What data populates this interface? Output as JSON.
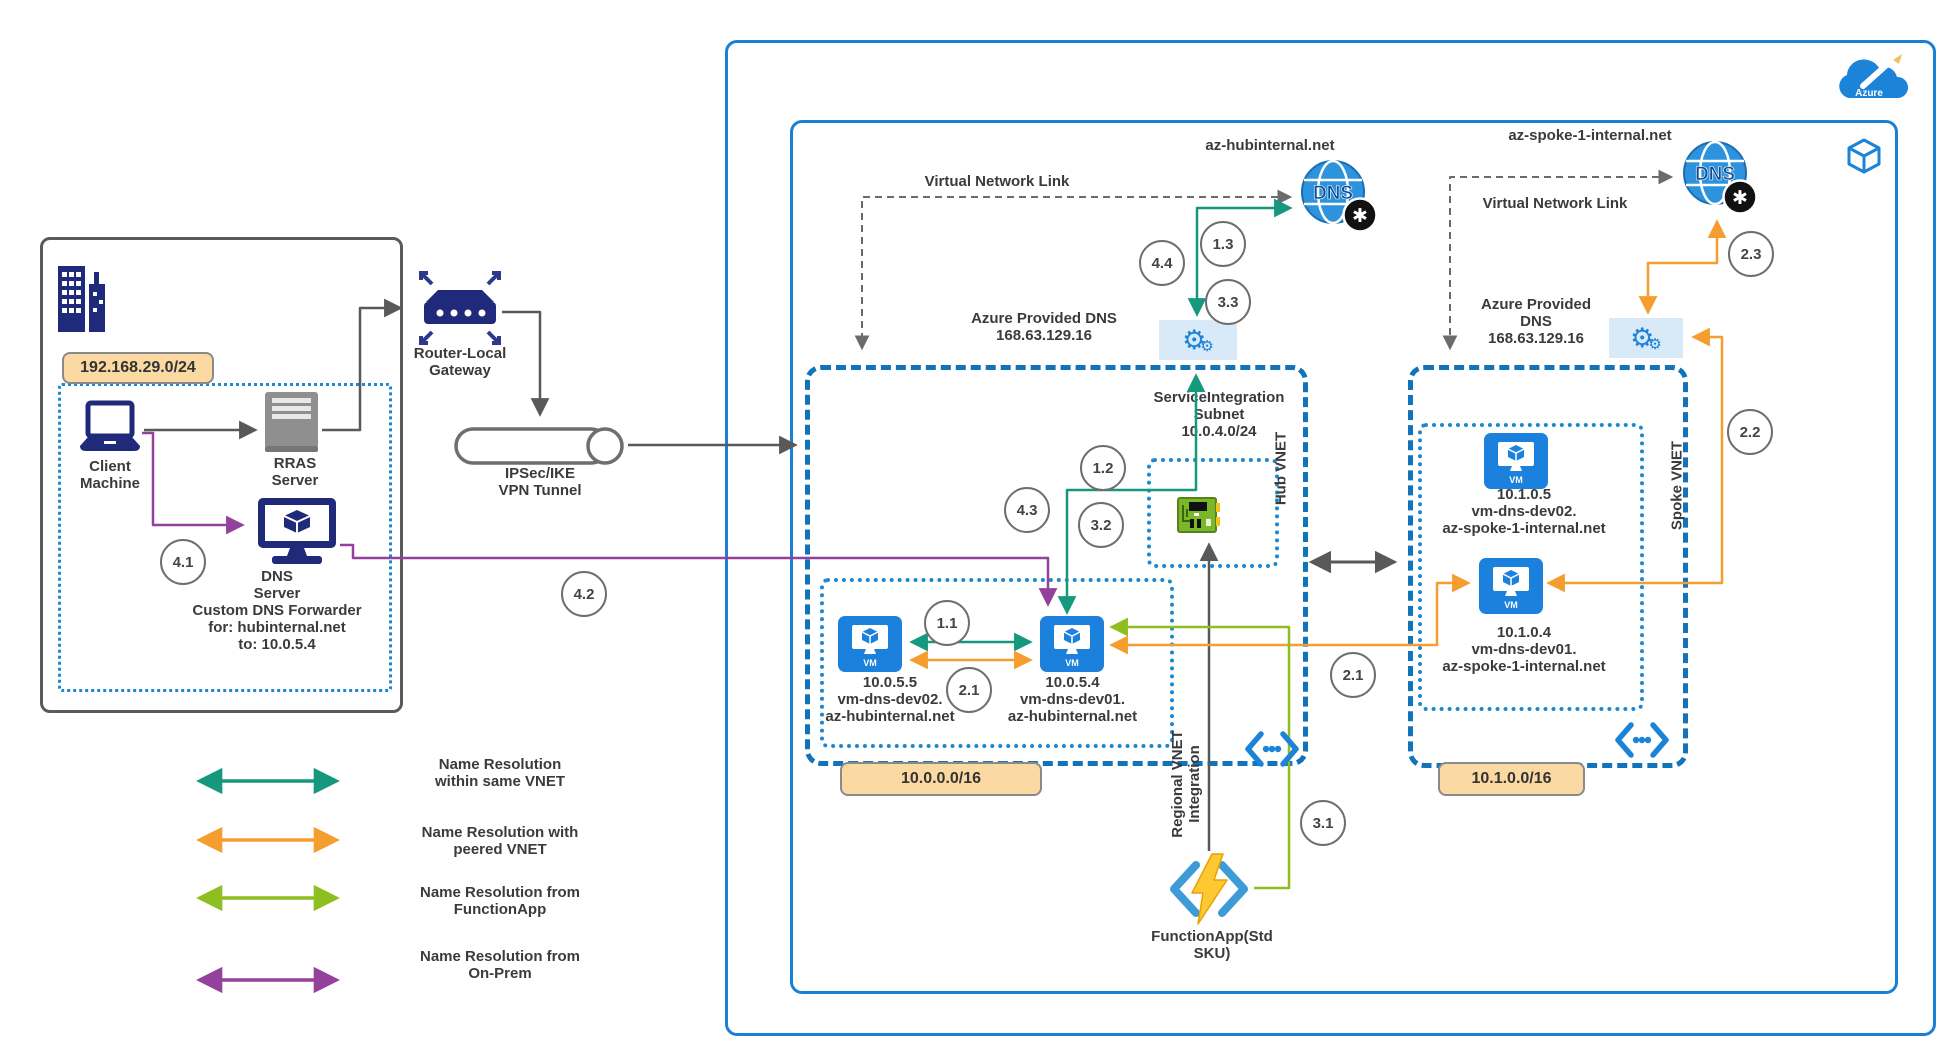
{
  "onprem": {
    "subnet": "192.168.29.0/24",
    "client_lines": [
      "Client",
      "Machine"
    ],
    "rras_lines": [
      "RRAS",
      "Server"
    ],
    "dns_lines": [
      "DNS",
      "Server",
      "Custom DNS Forwarder",
      "for: hubinternal.net",
      "to: 10.0.5.4"
    ]
  },
  "gateway": {
    "router_lines": [
      "Router-Local",
      "Gateway"
    ],
    "tunnel_lines": [
      "IPSec/IKE",
      "VPN Tunnel"
    ]
  },
  "hub": {
    "zone": "az-hubinternal.net",
    "vnl": "Virtual Network Link",
    "dns_lines": [
      "Azure Provided DNS",
      "168.63.129.16"
    ],
    "subnet_lines": [
      "ServiceIntegration",
      "Subnet",
      "10.0.4.0/24"
    ],
    "vnet_label": "Hub VNET",
    "cidr": "10.0.0.0/16",
    "vms": [
      {
        "ip": "10.0.5.5",
        "host": "vm-dns-dev02.",
        "domain": "az-hubinternal.net"
      },
      {
        "ip": "10.0.5.4",
        "host": "vm-dns-dev01.",
        "domain": "az-hubinternal.net"
      }
    ]
  },
  "spoke": {
    "zone": "az-spoke-1-internal.net",
    "vnl": "Virtual Network Link",
    "dns_lines": [
      "Azure Provided",
      "DNS",
      "168.63.129.16"
    ],
    "vnet_label": "Spoke VNET",
    "cidr": "10.1.0.0/16",
    "vms": [
      {
        "ip": "10.1.0.5",
        "host": "vm-dns-dev02.",
        "domain": "az-spoke-1-internal.net"
      },
      {
        "ip": "10.1.0.4",
        "host": "vm-dns-dev01.",
        "domain": "az-spoke-1-internal.net"
      }
    ]
  },
  "functionapp": {
    "label_lines": [
      "FunctionApp(Std",
      "SKU)"
    ],
    "integration_lines": [
      "Regional VNET",
      "Integration"
    ]
  },
  "legend": [
    {
      "lines": [
        "Name Resolution",
        "within same VNET"
      ],
      "color": "#16987f"
    },
    {
      "lines": [
        "Name Resolution with",
        "peered VNET"
      ],
      "color": "#f59e2f"
    },
    {
      "lines": [
        "Name Resolution from",
        "FunctionApp"
      ],
      "color": "#8fbe21"
    },
    {
      "lines": [
        "Name Resolution from",
        "On-Prem"
      ],
      "color": "#93419b"
    }
  ],
  "steps": {
    "s1_1": "1.1",
    "s1_2": "1.2",
    "s1_3": "1.3",
    "s2_1": "2.1",
    "s2_1b": "2.1",
    "s2_2": "2.2",
    "s2_3": "2.3",
    "s3_1": "3.1",
    "s3_2": "3.2",
    "s3_3": "3.3",
    "s4_1": "4.1",
    "s4_2": "4.2",
    "s4_3": "4.3",
    "s4_4": "4.4"
  },
  "icons": {
    "dns_badge": "DNS",
    "star_char": "✱",
    "gear_char": "⚙",
    "vm_badge": "VM",
    "azure_label": "Azure"
  },
  "colors": {
    "azure_blue": "#1b7fd4",
    "dashed_vnet_blue": "#1173ba",
    "dotted_subnet_blue": "#1e88cf",
    "teal": "#16987f",
    "orange": "#f59e2f",
    "green": "#8fbe21",
    "purple": "#93419b",
    "badge_fill": "#fbd9a2"
  }
}
